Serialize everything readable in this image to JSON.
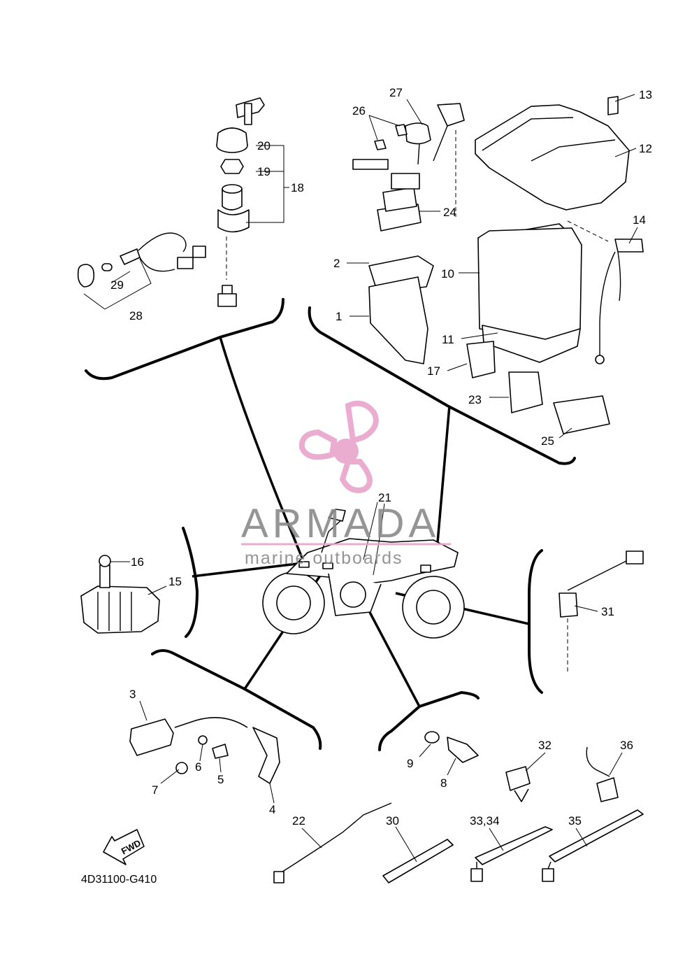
{
  "diagram": {
    "code": "4D31100-G410",
    "fwd_label": "FWD"
  },
  "watermark": {
    "brand": "ARMADA",
    "tagline": "marine outboards"
  },
  "callouts": [
    {
      "id": "c1",
      "label": "1"
    },
    {
      "id": "c2",
      "label": "2"
    },
    {
      "id": "c3",
      "label": "3"
    },
    {
      "id": "c4",
      "label": "4"
    },
    {
      "id": "c5",
      "label": "5"
    },
    {
      "id": "c6",
      "label": "6"
    },
    {
      "id": "c7",
      "label": "7"
    },
    {
      "id": "c8",
      "label": "8"
    },
    {
      "id": "c9",
      "label": "9"
    },
    {
      "id": "c10",
      "label": "10"
    },
    {
      "id": "c11",
      "label": "11"
    },
    {
      "id": "c12",
      "label": "12"
    },
    {
      "id": "c13",
      "label": "13"
    },
    {
      "id": "c14",
      "label": "14"
    },
    {
      "id": "c15",
      "label": "15"
    },
    {
      "id": "c16",
      "label": "16"
    },
    {
      "id": "c17",
      "label": "17"
    },
    {
      "id": "c18",
      "label": "18"
    },
    {
      "id": "c19",
      "label": "19"
    },
    {
      "id": "c20",
      "label": "20"
    },
    {
      "id": "c21",
      "label": "21"
    },
    {
      "id": "c22",
      "label": "22"
    },
    {
      "id": "c23",
      "label": "23"
    },
    {
      "id": "c24",
      "label": "24"
    },
    {
      "id": "c25",
      "label": "25"
    },
    {
      "id": "c26",
      "label": "26"
    },
    {
      "id": "c27",
      "label": "27"
    },
    {
      "id": "c28",
      "label": "28"
    },
    {
      "id": "c29",
      "label": "29"
    },
    {
      "id": "c30",
      "label": "30"
    },
    {
      "id": "c31",
      "label": "31"
    },
    {
      "id": "c32",
      "label": "32"
    },
    {
      "id": "c3334",
      "label": "33,34"
    },
    {
      "id": "c35",
      "label": "35"
    },
    {
      "id": "c36",
      "label": "36"
    }
  ],
  "colors": {
    "line": "#000000",
    "watermark_gray": "#8a8a8a",
    "watermark_pink": "#e8a5cc"
  }
}
